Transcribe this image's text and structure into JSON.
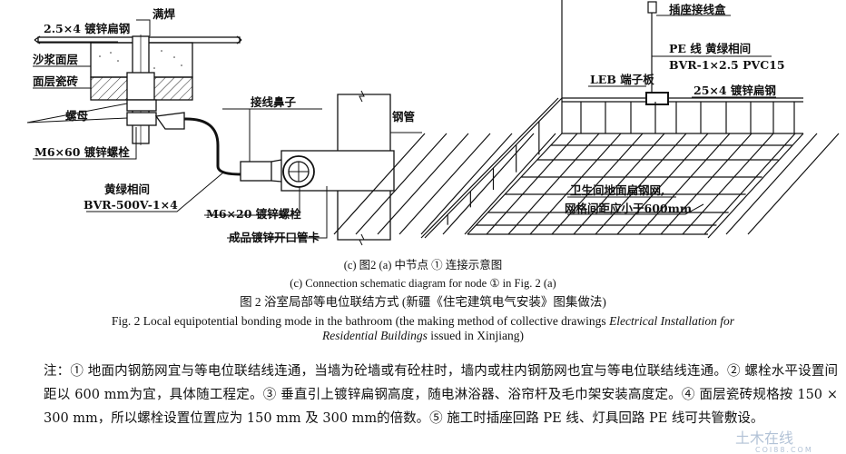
{
  "figure_c": {
    "labels": {
      "flat_steel": "2.5×4 镀锌扁钢",
      "weld": "满焊",
      "mortar": "沙浆面层",
      "tile": "面层瓷砖",
      "nut": "螺母",
      "bolt_m6x60": "M6×60 镀锌螺栓",
      "lug": "接线鼻子",
      "steel_pipe": "钢管",
      "wire_color": "黄绿相间",
      "wire_spec": "BVR-500V-1×4",
      "bolt_m6x20": "M6×20 镀锌螺栓",
      "clamp": "成品镀锌开口管卡"
    }
  },
  "figure_b": {
    "labels": {
      "socket_box": "插座接线盒",
      "pe_wire": "PE 线  黄绿相间",
      "pe_spec": "BVR-1×2.5 PVC15",
      "leb": "LEB 端子板",
      "flat_steel": "25×4 镀锌扁钢",
      "mesh_1": "卫生间地面扁钢网,",
      "mesh_2": "网格间距应小于600mm"
    }
  },
  "captions": {
    "sub_cn": "(c) 图2 (a) 中节点 ① 连接示意图",
    "sub_en": "(c) Connection schematic diagram for node ① in Fig. 2 (a)",
    "fig_cn": "图 2   浴室局部等电位联结方式 (新疆《住宅建筑电气安装》图集做法)",
    "fig_en_1": "Fig. 2   Local equipotential bonding mode in the bathroom   (the making method of collective drawings ",
    "fig_en_italic_1": "Electrical Installation for",
    "fig_en_italic_2": "Residential Buildings",
    "fig_en_2": " issued in Xinjiang)"
  },
  "notes": {
    "text": "注：① 地面内钢筋网宜与等电位联结线连通，当墙为砼墙或有砼柱时，墙内或柱内钢筋网也宜与等电位联结线连通。② 螺栓水平设置间距以 600 mm为宜，具体随工程定。③ 垂直引上镀锌扁钢高度，随电淋浴器、浴帘杆及毛巾架安装高度定。④ 面层瓷砖规格按 150 × 300 mm，所以螺栓设置位置应为 150 mm 及 300 mm的倍数。⑤ 施工时插座回路 PE 线、灯具回路 PE 线可共管敷设。"
  },
  "watermark": {
    "text": "土木在线",
    "sub": "COI88.COM"
  }
}
